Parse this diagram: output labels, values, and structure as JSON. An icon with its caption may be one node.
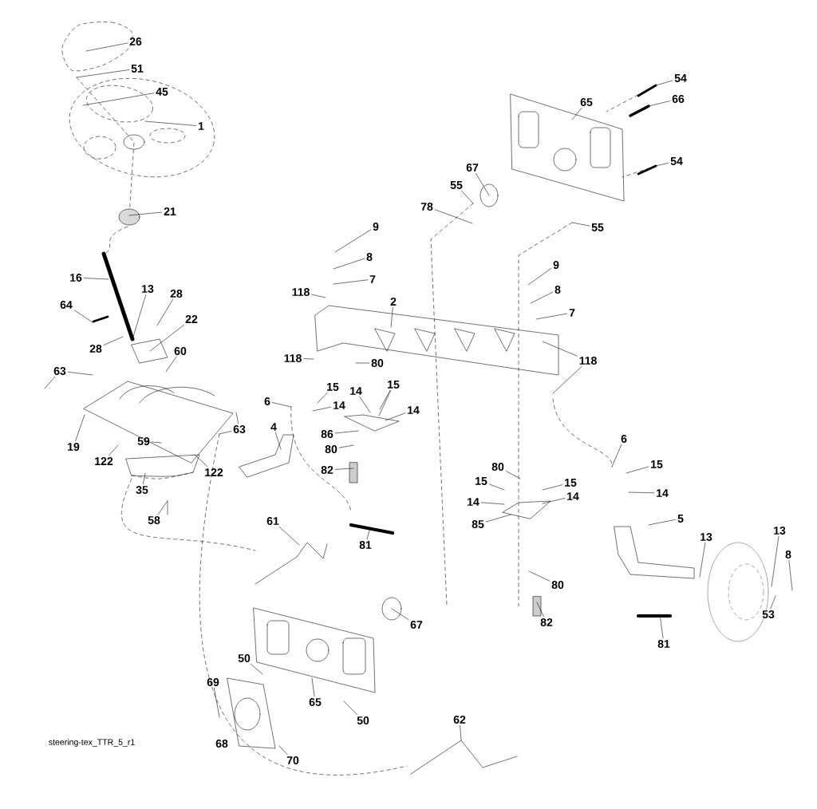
{
  "diagram": {
    "nodes": [
      {
        "text": [
          "26"
        ]
      },
      {
        "text": [
          "51"
        ]
      },
      {
        "text": [
          "45"
        ]
      },
      {
        "text": [
          "1"
        ]
      },
      {
        "text": [
          "21"
        ]
      },
      {
        "text": [
          "65"
        ]
      },
      {
        "text": [
          "54"
        ]
      },
      {
        "text": [
          "66"
        ]
      },
      {
        "text": [
          "54"
        ]
      },
      {
        "text": [
          "67"
        ]
      },
      {
        "text": [
          "55"
        ]
      },
      {
        "text": [
          "78"
        ]
      },
      {
        "text": [
          "55"
        ]
      },
      {
        "text": [
          "9"
        ]
      },
      {
        "text": [
          "8"
        ]
      },
      {
        "text": [
          "7"
        ]
      },
      {
        "text": [
          "16"
        ]
      },
      {
        "text": [
          "13"
        ]
      },
      {
        "text": [
          "28"
        ]
      },
      {
        "text": [
          "9"
        ]
      },
      {
        "text": [
          "8"
        ]
      },
      {
        "text": [
          "7"
        ]
      },
      {
        "text": [
          "118"
        ]
      },
      {
        "text": [
          "2"
        ]
      },
      {
        "text": [
          "64"
        ]
      },
      {
        "text": [
          "22"
        ]
      },
      {
        "text": [
          "28"
        ]
      },
      {
        "text": [
          "60"
        ]
      },
      {
        "text": [
          "118"
        ]
      },
      {
        "text": [
          "118"
        ]
      },
      {
        "text": [
          "80"
        ]
      },
      {
        "text": [
          "63"
        ]
      },
      {
        "text": [
          "15"
        ]
      },
      {
        "text": [
          "15"
        ]
      },
      {
        "text": [
          "14"
        ]
      },
      {
        "text": [
          "6"
        ]
      },
      {
        "text": [
          "14"
        ]
      },
      {
        "text": [
          "14"
        ]
      },
      {
        "text": [
          "63"
        ]
      },
      {
        "text": [
          "4"
        ]
      },
      {
        "text": [
          "86"
        ]
      },
      {
        "text": [
          "6"
        ]
      },
      {
        "text": [
          "19"
        ]
      },
      {
        "text": [
          "59"
        ]
      },
      {
        "text": [
          "80"
        ]
      },
      {
        "text": [
          "122"
        ]
      },
      {
        "text": [
          "15"
        ]
      },
      {
        "text": [
          "80"
        ]
      },
      {
        "text": [
          "82"
        ]
      },
      {
        "text": [
          "122"
        ]
      },
      {
        "text": [
          "15"
        ]
      },
      {
        "text": [
          "15"
        ]
      },
      {
        "text": [
          "35"
        ]
      },
      {
        "text": [
          "14"
        ]
      },
      {
        "text": [
          "14"
        ]
      },
      {
        "text": [
          "14"
        ]
      },
      {
        "text": [
          "58"
        ]
      },
      {
        "text": [
          "5"
        ]
      },
      {
        "text": [
          "61"
        ]
      },
      {
        "text": [
          "85"
        ]
      },
      {
        "text": [
          "13"
        ]
      },
      {
        "text": [
          "13"
        ]
      },
      {
        "text": [
          "81"
        ]
      },
      {
        "text": [
          "8"
        ]
      },
      {
        "text": [
          "80"
        ]
      },
      {
        "text": [
          "53"
        ]
      },
      {
        "text": [
          "82"
        ]
      },
      {
        "text": [
          "67"
        ]
      },
      {
        "text": [
          "81"
        ]
      },
      {
        "text": [
          "50"
        ]
      },
      {
        "text": [
          "69"
        ]
      },
      {
        "text": [
          "65"
        ]
      },
      {
        "text": [
          "50"
        ]
      },
      {
        "text": [
          "62"
        ]
      },
      {
        "text": [
          "70"
        ]
      }
    ],
    "edges": [
      {
        "from": 0,
        "to": null,
        "arrow": "none"
      },
      {
        "from": 1,
        "to": null,
        "arrow": "none"
      },
      {
        "from": 2,
        "to": null,
        "arrow": "none"
      },
      {
        "from": 3,
        "to": null,
        "arrow": "none"
      },
      {
        "from": 4,
        "to": null,
        "arrow": "none"
      },
      {
        "from": 5,
        "to": null,
        "arrow": "none"
      },
      {
        "from": 6,
        "to": null,
        "arrow": "none"
      },
      {
        "from": 7,
        "to": null,
        "arrow": "none"
      },
      {
        "from": 8,
        "to": null,
        "arrow": "none"
      },
      {
        "from": 9,
        "to": null,
        "arrow": "none"
      },
      {
        "from": 10,
        "to": null,
        "arrow": "none"
      },
      {
        "from": 11,
        "to": null,
        "arrow": "none"
      },
      {
        "from": 12,
        "to": null,
        "arrow": "none"
      },
      {
        "from": 13,
        "to": null,
        "arrow": "none"
      },
      {
        "from": 14,
        "to": null,
        "arrow": "none"
      },
      {
        "from": 15,
        "to": null,
        "arrow": "none"
      },
      {
        "from": 16,
        "to": null,
        "arrow": "none"
      },
      {
        "from": 17,
        "to": null,
        "arrow": "none"
      },
      {
        "from": 18,
        "to": null,
        "arrow": "none"
      },
      {
        "from": 19,
        "to": null,
        "arrow": "none"
      },
      {
        "from": 20,
        "to": null,
        "arrow": "none"
      },
      {
        "from": 21,
        "to": null,
        "arrow": "none"
      },
      {
        "from": 22,
        "to": null,
        "arrow": "none"
      },
      {
        "from": 23,
        "to": null,
        "arrow": "none"
      },
      {
        "from": 24,
        "to": null,
        "arrow": "none"
      },
      {
        "from": 25,
        "to": null,
        "arrow": "none"
      },
      {
        "from": 26,
        "to": null,
        "arrow": "none"
      },
      {
        "from": 27,
        "to": null,
        "arrow": "none"
      },
      {
        "from": 28,
        "to": null,
        "arrow": "none"
      },
      {
        "from": 29,
        "to": null,
        "arrow": "none"
      },
      {
        "from": 29,
        "to": null,
        "arrow": "none"
      },
      {
        "from": 30,
        "to": null,
        "arrow": "none"
      },
      {
        "from": 31,
        "to": null,
        "arrow": "none"
      },
      {
        "from": 31,
        "to": null,
        "arrow": "none"
      },
      {
        "from": 32,
        "to": null,
        "arrow": "none"
      },
      {
        "from": 33,
        "to": null,
        "arrow": "none"
      },
      {
        "from": 33,
        "to": null,
        "arrow": "none"
      },
      {
        "from": 34,
        "to": null,
        "arrow": "none"
      },
      {
        "from": 35,
        "to": null,
        "arrow": "none"
      },
      {
        "from": 36,
        "to": null,
        "arrow": "none"
      },
      {
        "from": 37,
        "to": null,
        "arrow": "none"
      },
      {
        "from": 38,
        "to": null,
        "arrow": "none"
      },
      {
        "from": 38,
        "to": null,
        "arrow": "none"
      },
      {
        "from": 39,
        "to": null,
        "arrow": "none"
      },
      {
        "from": 40,
        "to": null,
        "arrow": "none"
      },
      {
        "from": 41,
        "to": null,
        "arrow": "none"
      },
      {
        "from": 42,
        "to": null,
        "arrow": "none"
      },
      {
        "from": 43,
        "to": null,
        "arrow": "none"
      },
      {
        "from": 44,
        "to": null,
        "arrow": "none"
      },
      {
        "from": 45,
        "to": null,
        "arrow": "none"
      },
      {
        "from": 46,
        "to": null,
        "arrow": "none"
      },
      {
        "from": 47,
        "to": null,
        "arrow": "none"
      },
      {
        "from": 48,
        "to": null,
        "arrow": "none"
      },
      {
        "from": 49,
        "to": null,
        "arrow": "none"
      },
      {
        "from": 50,
        "to": null,
        "arrow": "none"
      },
      {
        "from": 51,
        "to": null,
        "arrow": "none"
      },
      {
        "from": 52,
        "to": null,
        "arrow": "none"
      },
      {
        "from": 53,
        "to": null,
        "arrow": "none"
      },
      {
        "from": 54,
        "to": null,
        "arrow": "none"
      },
      {
        "from": 55,
        "to": null,
        "arrow": "none"
      },
      {
        "from": 56,
        "to": null,
        "arrow": "none"
      },
      {
        "from": 57,
        "to": null,
        "arrow": "none"
      },
      {
        "from": 58,
        "to": null,
        "arrow": "none"
      },
      {
        "from": 59,
        "to": null,
        "arrow": "none"
      },
      {
        "from": 60,
        "to": null,
        "arrow": "none"
      },
      {
        "from": 61,
        "to": null,
        "arrow": "none"
      },
      {
        "from": 62,
        "to": null,
        "arrow": "none"
      },
      {
        "from": 63,
        "to": null,
        "arrow": "none"
      },
      {
        "from": 64,
        "to": null,
        "arrow": "none"
      },
      {
        "from": 65,
        "to": null,
        "arrow": "none"
      },
      {
        "from": 66,
        "to": null,
        "arrow": "none"
      },
      {
        "from": 67,
        "to": null,
        "arrow": "none"
      },
      {
        "from": 68,
        "to": null,
        "arrow": "none"
      },
      {
        "from": 69,
        "to": null,
        "arrow": "none"
      },
      {
        "from": 70,
        "to": null,
        "arrow": "none"
      },
      {
        "from": 71,
        "to": null,
        "arrow": "none"
      },
      {
        "from": 72,
        "to": null,
        "arrow": "none"
      },
      {
        "from": 73,
        "to": null,
        "arrow": "none"
      },
      {
        "from": 74,
        "to": null,
        "arrow": "none"
      }
    ],
    "labels": [
      "68",
      "steering-tex_TTR_5_r1"
    ]
  }
}
